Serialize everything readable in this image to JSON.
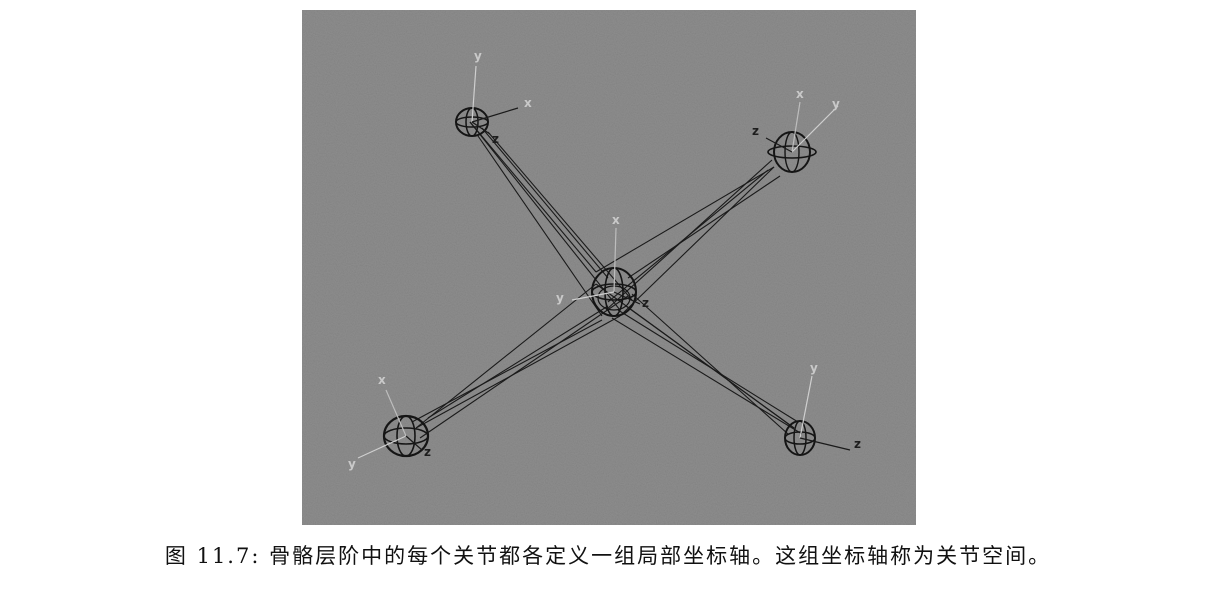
{
  "figure": {
    "axis_labels": {
      "top_left": {
        "y": "y",
        "x": "x",
        "z": "z"
      },
      "top_right": {
        "x": "x",
        "y": "y",
        "z": "z"
      },
      "center": {
        "x": "x",
        "y": "y",
        "z": "z"
      },
      "bottom_left": {
        "x": "x",
        "y": "y",
        "z": "z"
      },
      "bottom_right": {
        "y": "y",
        "z": "z"
      }
    }
  },
  "caption": {
    "text": "图 11.7: 骨骼层阶中的每个关节都各定义一组局部坐标轴。这组坐标轴称为关节空间。"
  }
}
